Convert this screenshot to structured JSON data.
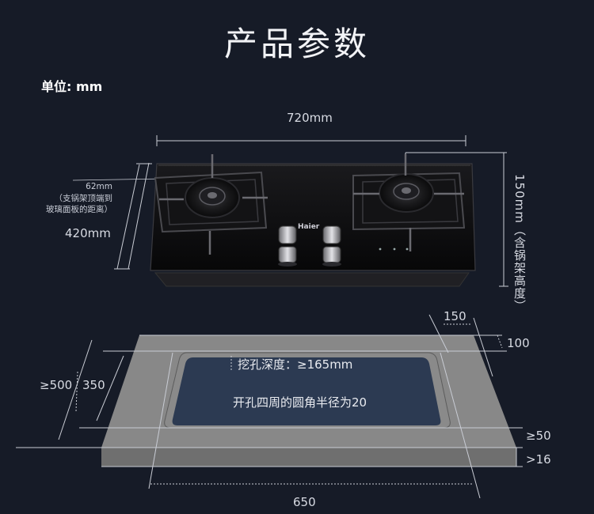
{
  "title": "产品参数",
  "unit_label": "单位: mm",
  "cooktop": {
    "width_label": "720mm",
    "depth_label": "420mm",
    "note_value": "62mm",
    "note_line1": "（支锅架顶端到",
    "note_line2": "玻璃面板的距离）",
    "height_label": "150mm（含锅架高度）",
    "brand": "Haier"
  },
  "cutout": {
    "dim_150": "150",
    "dim_100": "100",
    "dim_500": "≥500",
    "dim_350": "350",
    "dim_50": "≥50",
    "dim_16": ">16",
    "dim_650": "650",
    "depth_text": "挖孔深度：≥165mm",
    "corner_text": "开孔四周的圆角半径为20"
  },
  "colors": {
    "background": "#161b27",
    "line": "#c9ccd4",
    "counter_top": "#8a8a8a",
    "counter_front": "#6e6e6e",
    "hole": "#2b3850",
    "glass": "#0c0c0e"
  }
}
